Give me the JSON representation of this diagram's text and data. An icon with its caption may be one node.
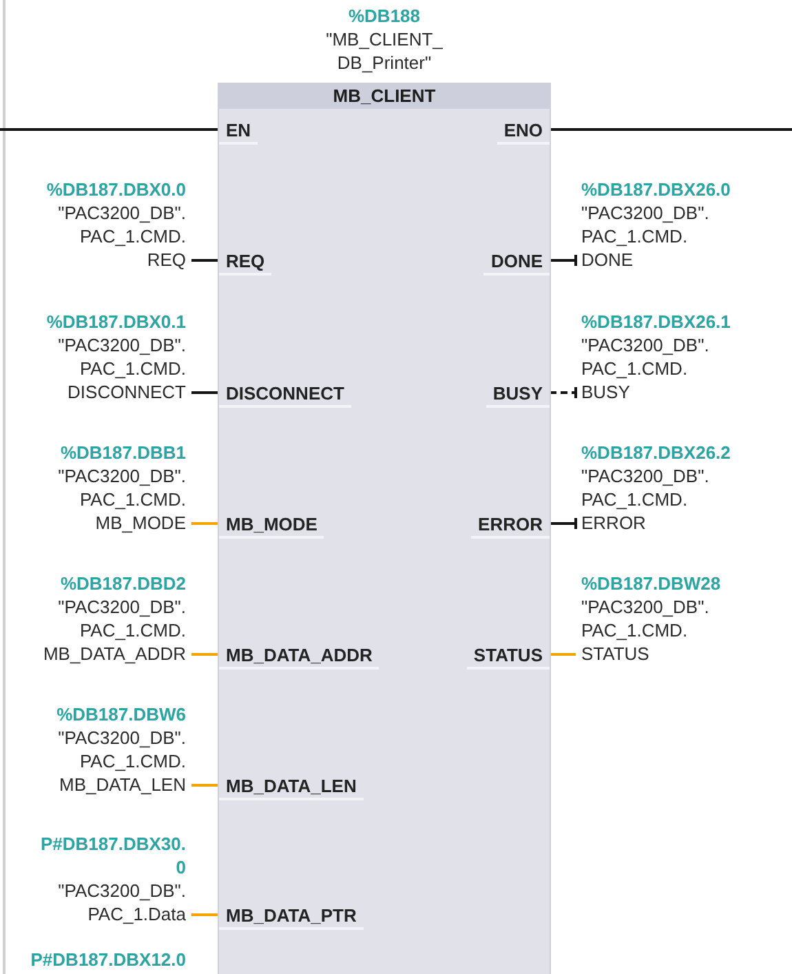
{
  "diagram": {
    "nodes": [
      {
        "text": [
          "MB_CLIENT"
        ],
        "beside": [
          "%DB188",
          "\"MB_CLIENT_ DB_Printer\""
        ]
      },
      {
        "text": [
          "EN"
        ],
        "in": 0
      },
      {
        "text": [
          "ENO"
        ],
        "in": 0
      },
      {
        "text": [
          "%DB187.DBX0.0",
          "\"PAC3200_DB\". PAC_1.CMD. REQ"
        ]
      },
      {
        "text": [
          "REQ"
        ],
        "in": 0
      },
      {
        "text": [
          "DONE"
        ],
        "in": 0
      },
      {
        "text": [
          "%DB187.DBX26.0",
          "\"PAC3200_DB\". PAC_1.CMD. DONE"
        ]
      },
      {
        "text": [
          "%DB187.DBX0.1",
          "\"PAC3200_DB\". PAC_1.CMD. DISCONNECT"
        ]
      },
      {
        "text": [
          "DISCONNECT"
        ],
        "in": 0
      },
      {
        "text": [
          "BUSY"
        ],
        "in": 0
      },
      {
        "text": [
          "%DB187.DBX26.1",
          "\"PAC3200_DB\". PAC_1.CMD. BUSY"
        ]
      },
      {
        "text": [
          "%DB187.DBB1",
          "\"PAC3200_DB\". PAC_1.CMD. MB_MODE"
        ]
      },
      {
        "text": [
          "MB_MODE"
        ],
        "in": 0
      },
      {
        "text": [
          "ERROR"
        ],
        "in": 0
      },
      {
        "text": [
          "%DB187.DBX26.2",
          "\"PAC3200_DB\". PAC_1.CMD. ERROR"
        ]
      },
      {
        "text": [
          "%DB187.DBD2",
          "\"PAC3200_DB\". PAC_1.CMD. MB_DATA_ADDR"
        ]
      },
      {
        "text": [
          "MB_DATA_ADDR"
        ],
        "in": 0
      },
      {
        "text": [
          "STATUS"
        ],
        "in": 0
      },
      {
        "text": [
          "%DB187.DBW28",
          "\"PAC3200_DB\". PAC_1.CMD. STATUS"
        ]
      },
      {
        "text": [
          "%DB187.DBW6",
          "\"PAC3200_DB\". PAC_1.CMD. MB_DATA_LEN"
        ]
      },
      {
        "text": [
          "MB_DATA_LEN"
        ],
        "in": 0
      },
      {
        "text": [
          "P#DB187.DBX30. 0",
          "\"PAC3200_DB\". PAC_1.Data"
        ]
      },
      {
        "text": [
          "MB_DATA_PTR"
        ],
        "in": 0
      }
    ],
    "edges": [
      {
        "from": null,
        "to": 1,
        "arrow": "none"
      },
      {
        "from": 2,
        "to": null,
        "arrow": "none"
      },
      {
        "from": 3,
        "to": 4,
        "arrow": "none"
      },
      {
        "from": 5,
        "to": 6,
        "arrow": "other"
      },
      {
        "from": 7,
        "to": 8,
        "arrow": "none"
      },
      {
        "from": 9,
        "to": 10,
        "arrow": "other",
        "style": "dashed"
      },
      {
        "from": 11,
        "to": 12,
        "arrow": "none",
        "color": "#f5a300"
      },
      {
        "from": 13,
        "to": 14,
        "arrow": "other"
      },
      {
        "from": 15,
        "to": 16,
        "arrow": "none",
        "color": "#f5a300"
      },
      {
        "from": 17,
        "to": 18,
        "arrow": "none",
        "color": "#f5a300"
      },
      {
        "from": 19,
        "to": 20,
        "arrow": "none",
        "color": "#f5a300"
      },
      {
        "from": 21,
        "to": 22,
        "arrow": "none",
        "color": "#f5a300"
      }
    ],
    "labels": [
      "P#DB187.DBX12.0"
    ]
  }
}
